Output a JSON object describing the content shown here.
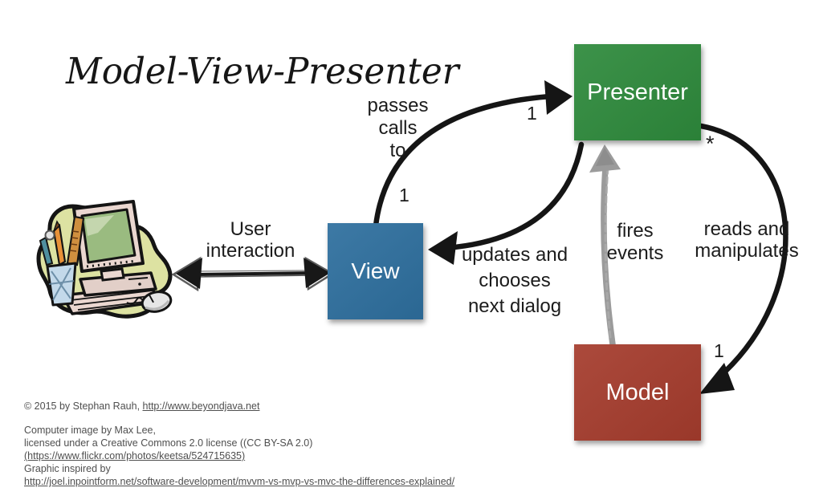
{
  "title": "Model-View-Presenter",
  "boxes": {
    "view": {
      "label": "View",
      "color": "#2e6f9e"
    },
    "presenter": {
      "label": "Presenter",
      "color": "#2e8a3c"
    },
    "model": {
      "label": "Model",
      "color": "#a53c2d"
    }
  },
  "edges": {
    "user_interaction": {
      "lines": [
        "User",
        "interaction"
      ]
    },
    "passes_calls_to": {
      "lines": [
        "passes",
        "calls",
        "to"
      ],
      "mult_view_end": "1",
      "mult_presenter_end": "1"
    },
    "updates_chooses": {
      "lines": [
        "updates and",
        "chooses",
        "next dialog"
      ]
    },
    "fires_events": {
      "lines": [
        "fires",
        "events"
      ]
    },
    "reads_manipulates": {
      "lines": [
        "reads and",
        "manipulates"
      ],
      "mult_presenter_end": "*",
      "mult_model_end": "1"
    }
  },
  "colors": {
    "arrow_black": "#151515",
    "arrow_gray": "#9b9b9b",
    "footer_text": "#4f4f4f",
    "background": "#ffffff"
  },
  "footer": {
    "copyright_prefix": "© 2015 by Stephan Rauh, ",
    "copyright_link": "http://www.beyondjava.net",
    "credit_line1": "Computer image by Max Lee,",
    "credit_line2": "licensed under a Creative Commons 2.0 license ((CC BY-SA 2.0)",
    "credit_link": "(https://www.flickr.com/photos/keetsa/524715635)",
    "inspired_line": "Graphic inspired by",
    "inspired_link": "http://joel.inpointform.net/software-development/mvvm-vs-mvp-vs-mvc-the-differences-explained/"
  }
}
